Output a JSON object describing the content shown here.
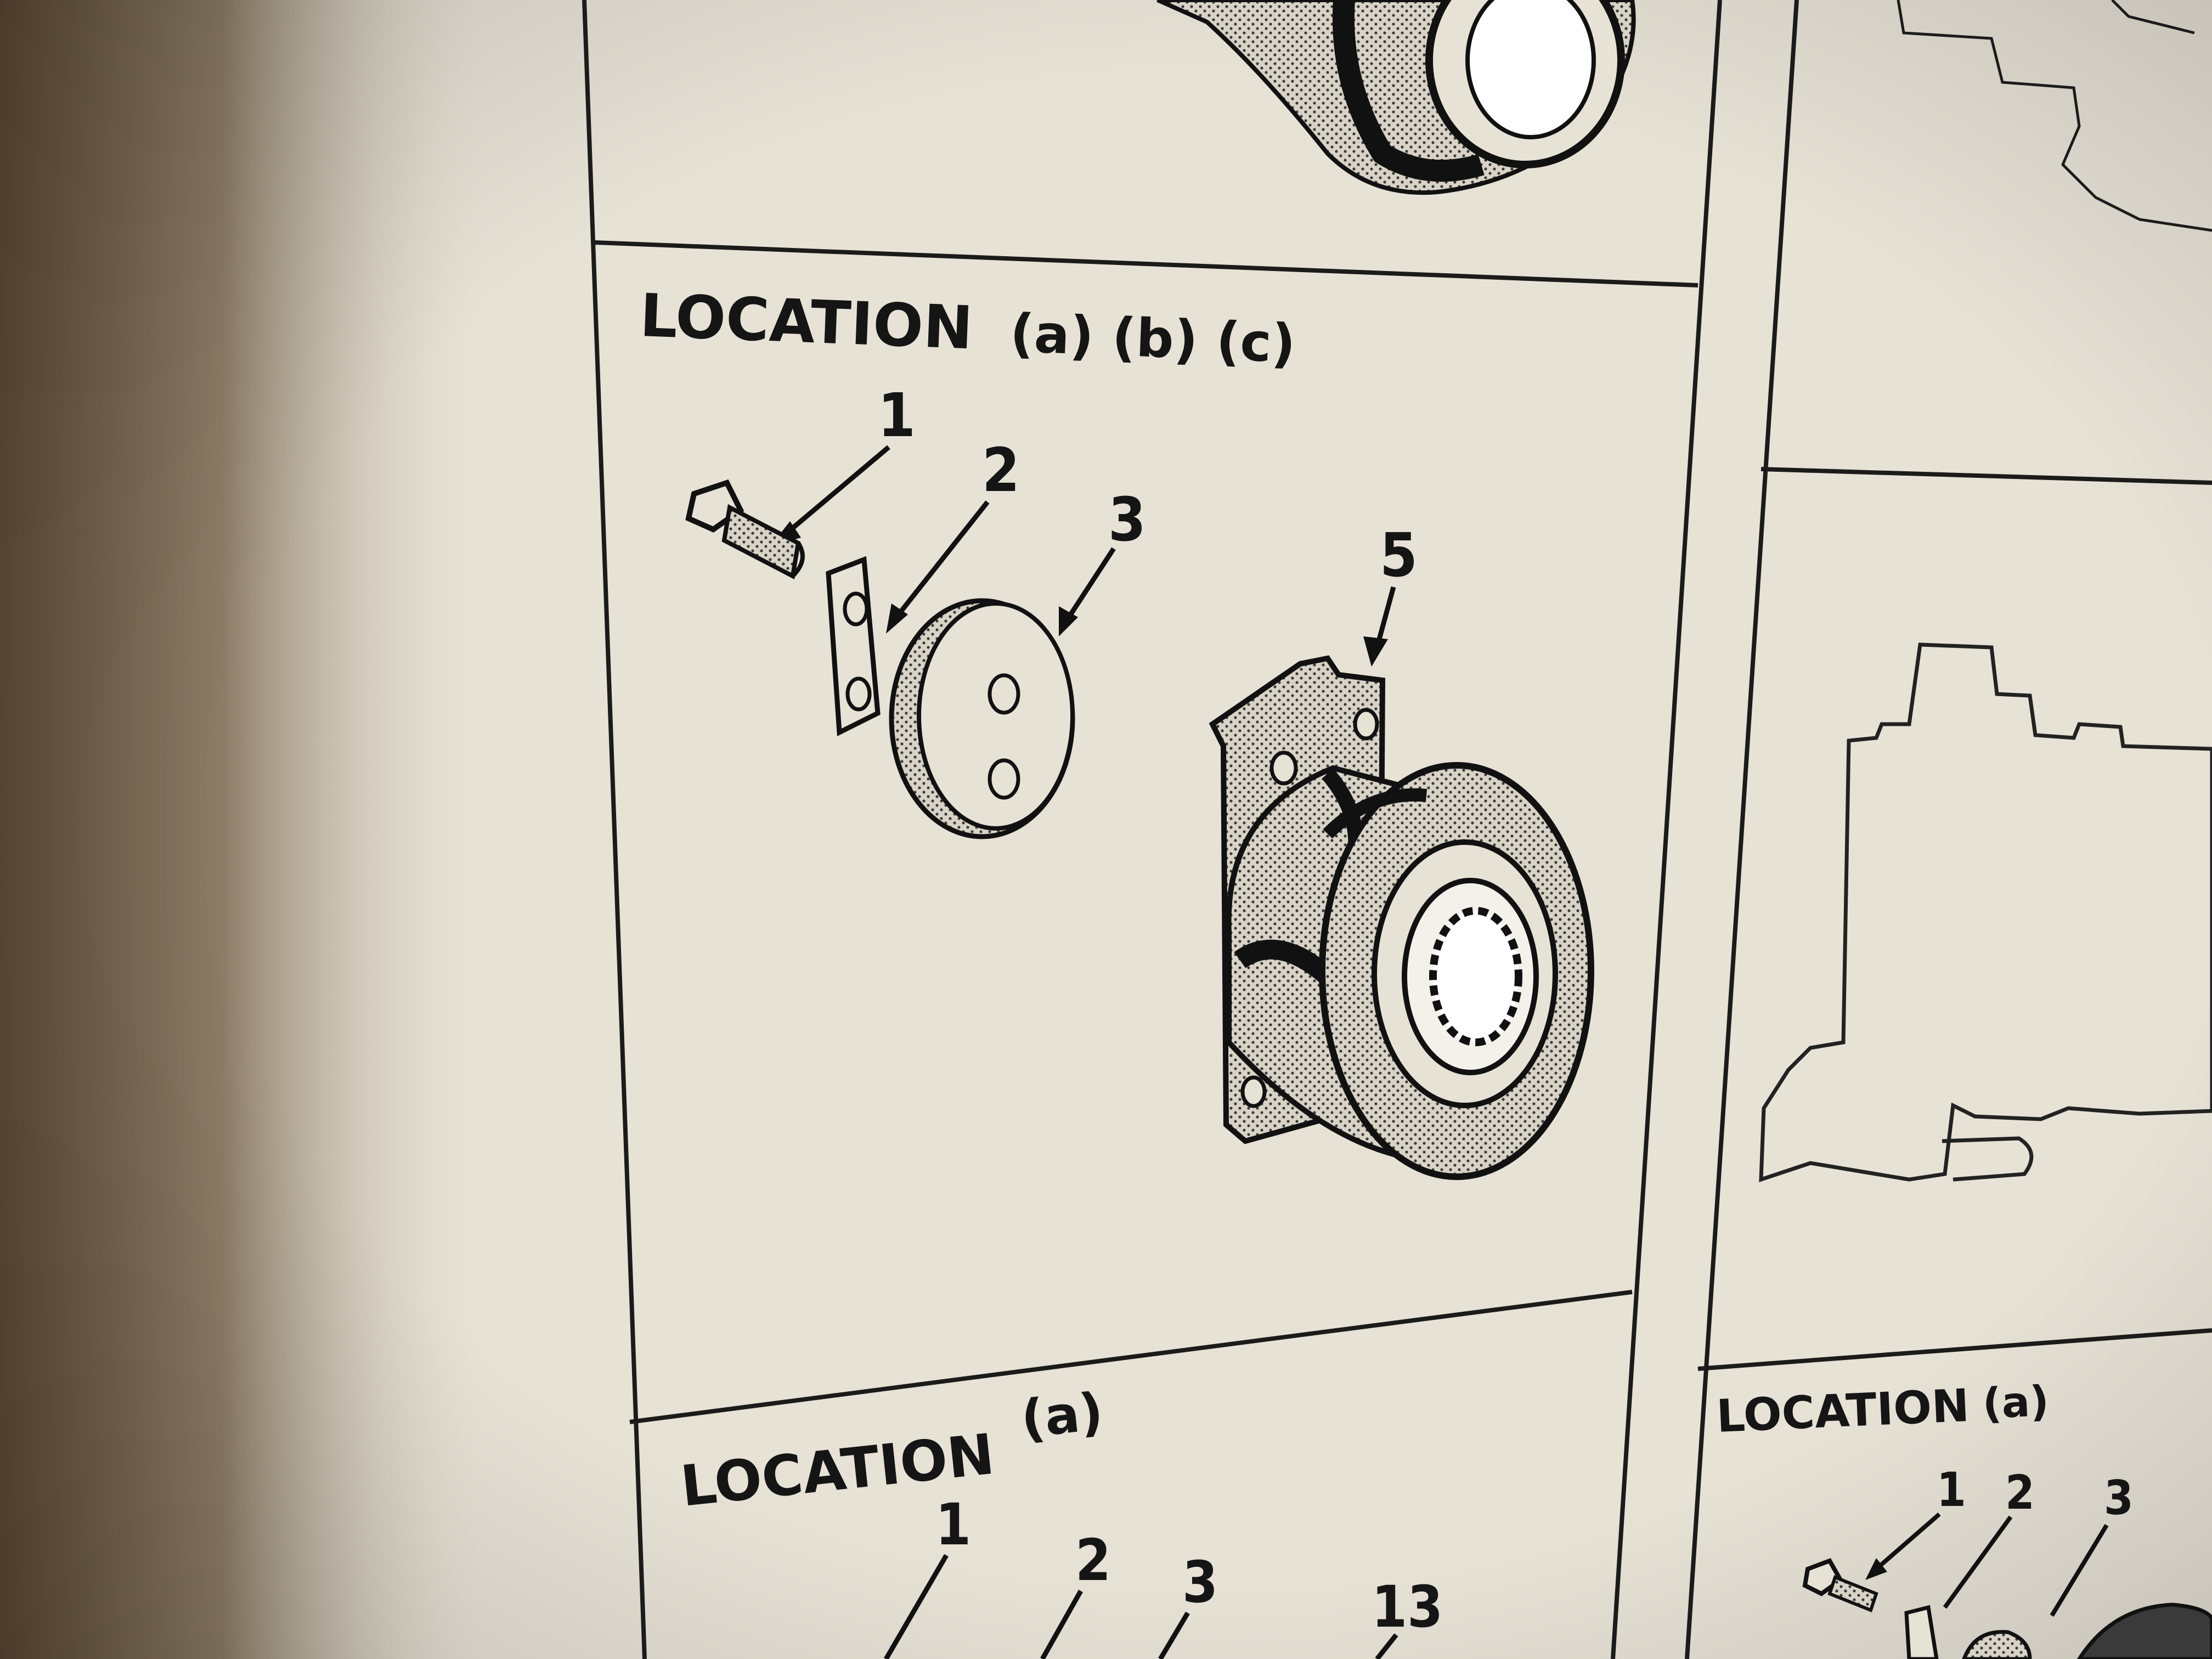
{
  "panels": {
    "top_center": {
      "heading": ""
    },
    "main": {
      "heading_word": "LOCATION",
      "heading_codes": "(a) (b) (c)",
      "callouts": [
        "1",
        "2",
        "3",
        "5"
      ]
    },
    "bottom_left": {
      "heading_word": "LOCATION",
      "heading_codes": "(a)",
      "callouts": [
        "1",
        "2",
        "3",
        "13"
      ]
    },
    "bottom_right": {
      "heading_word": "LOCATION",
      "heading_codes": "(a)",
      "callouts": [
        "1",
        "2",
        "3"
      ]
    }
  },
  "colors": {
    "paper": "#e7e2d6",
    "ink": "#151515",
    "stipple": "#9b9790",
    "shadow": "#6b5a46"
  }
}
